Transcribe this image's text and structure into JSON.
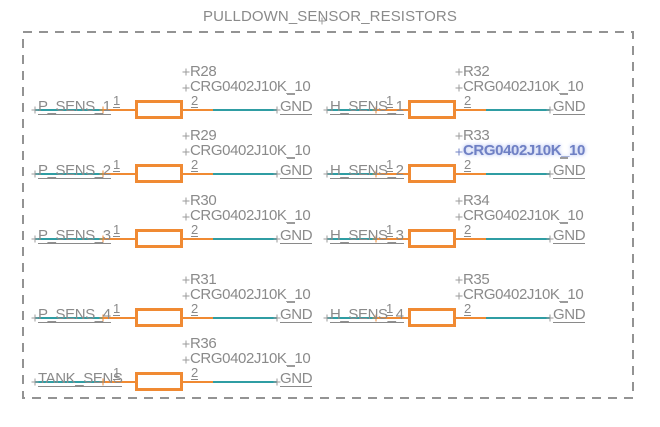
{
  "title": "PULLDOWN_SENSOR_RESISTORS",
  "gnd": "GND",
  "colors": {
    "wire": "#2f9da3",
    "component": "#f08a33",
    "text": "#8a8a8a",
    "selected": "#6f80c4",
    "frame": "#939393"
  },
  "resistors": [
    {
      "ref": "R28",
      "value": "CRG0402J10K_10",
      "net": "P_SENS_1",
      "pin1": "1",
      "pin2": "2",
      "selected_value": false
    },
    {
      "ref": "R29",
      "value": "CRG0402J10K_10",
      "net": "P_SENS_2",
      "pin1": "1",
      "pin2": "2",
      "selected_value": false
    },
    {
      "ref": "R30",
      "value": "CRG0402J10K_10",
      "net": "P_SENS_3",
      "pin1": "1",
      "pin2": "2",
      "selected_value": false
    },
    {
      "ref": "R31",
      "value": "CRG0402J10K_10",
      "net": "P_SENS_4",
      "pin1": "1",
      "pin2": "2",
      "selected_value": false
    },
    {
      "ref": "R36",
      "value": "CRG0402J10K_10",
      "net": "TANK_SENS",
      "pin1": "1",
      "pin2": "2",
      "selected_value": false
    },
    {
      "ref": "R32",
      "value": "CRG0402J10K_10",
      "net": "H_SENS_1",
      "pin1": "1",
      "pin2": "2",
      "selected_value": false
    },
    {
      "ref": "R33",
      "value": "CRG0402J10K_10",
      "net": "H_SENS_2",
      "pin1": "1",
      "pin2": "2",
      "selected_value": true
    },
    {
      "ref": "R34",
      "value": "CRG0402J10K_10",
      "net": "H_SENS_3",
      "pin1": "1",
      "pin2": "2",
      "selected_value": false
    },
    {
      "ref": "R35",
      "value": "CRG0402J10K_10",
      "net": "H_SENS_4",
      "pin1": "1",
      "pin2": "2",
      "selected_value": false
    }
  ]
}
